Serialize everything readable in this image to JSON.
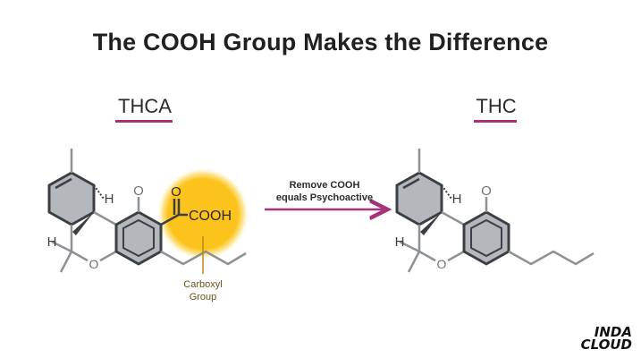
{
  "title": "The COOH Group Makes the Difference",
  "left": {
    "name": "THCA",
    "group_text": "COOH",
    "oxygen": "O",
    "carboxyl_label_1": "Carboxyl",
    "carboxyl_label_2": "Group",
    "h_upper": "H",
    "h_lower": "H",
    "o_hydroxyl": "O",
    "o_ring": "O"
  },
  "right": {
    "name": "THC",
    "h_upper": "H",
    "h_lower": "H",
    "o_hydroxyl": "O",
    "o_ring": "O"
  },
  "arrow": {
    "line1": "Remove COOH",
    "line2": "equals Psychoactive"
  },
  "logo": {
    "line1": "INDA",
    "line2": "CLOUD"
  },
  "colors": {
    "accent": "#a8327a",
    "highlight": "#fbc31b",
    "ring_fill": "#b4b7bb",
    "stroke": "#3b3f43",
    "gray_lines": "#8e9296",
    "label_gold": "#8a6a10"
  }
}
